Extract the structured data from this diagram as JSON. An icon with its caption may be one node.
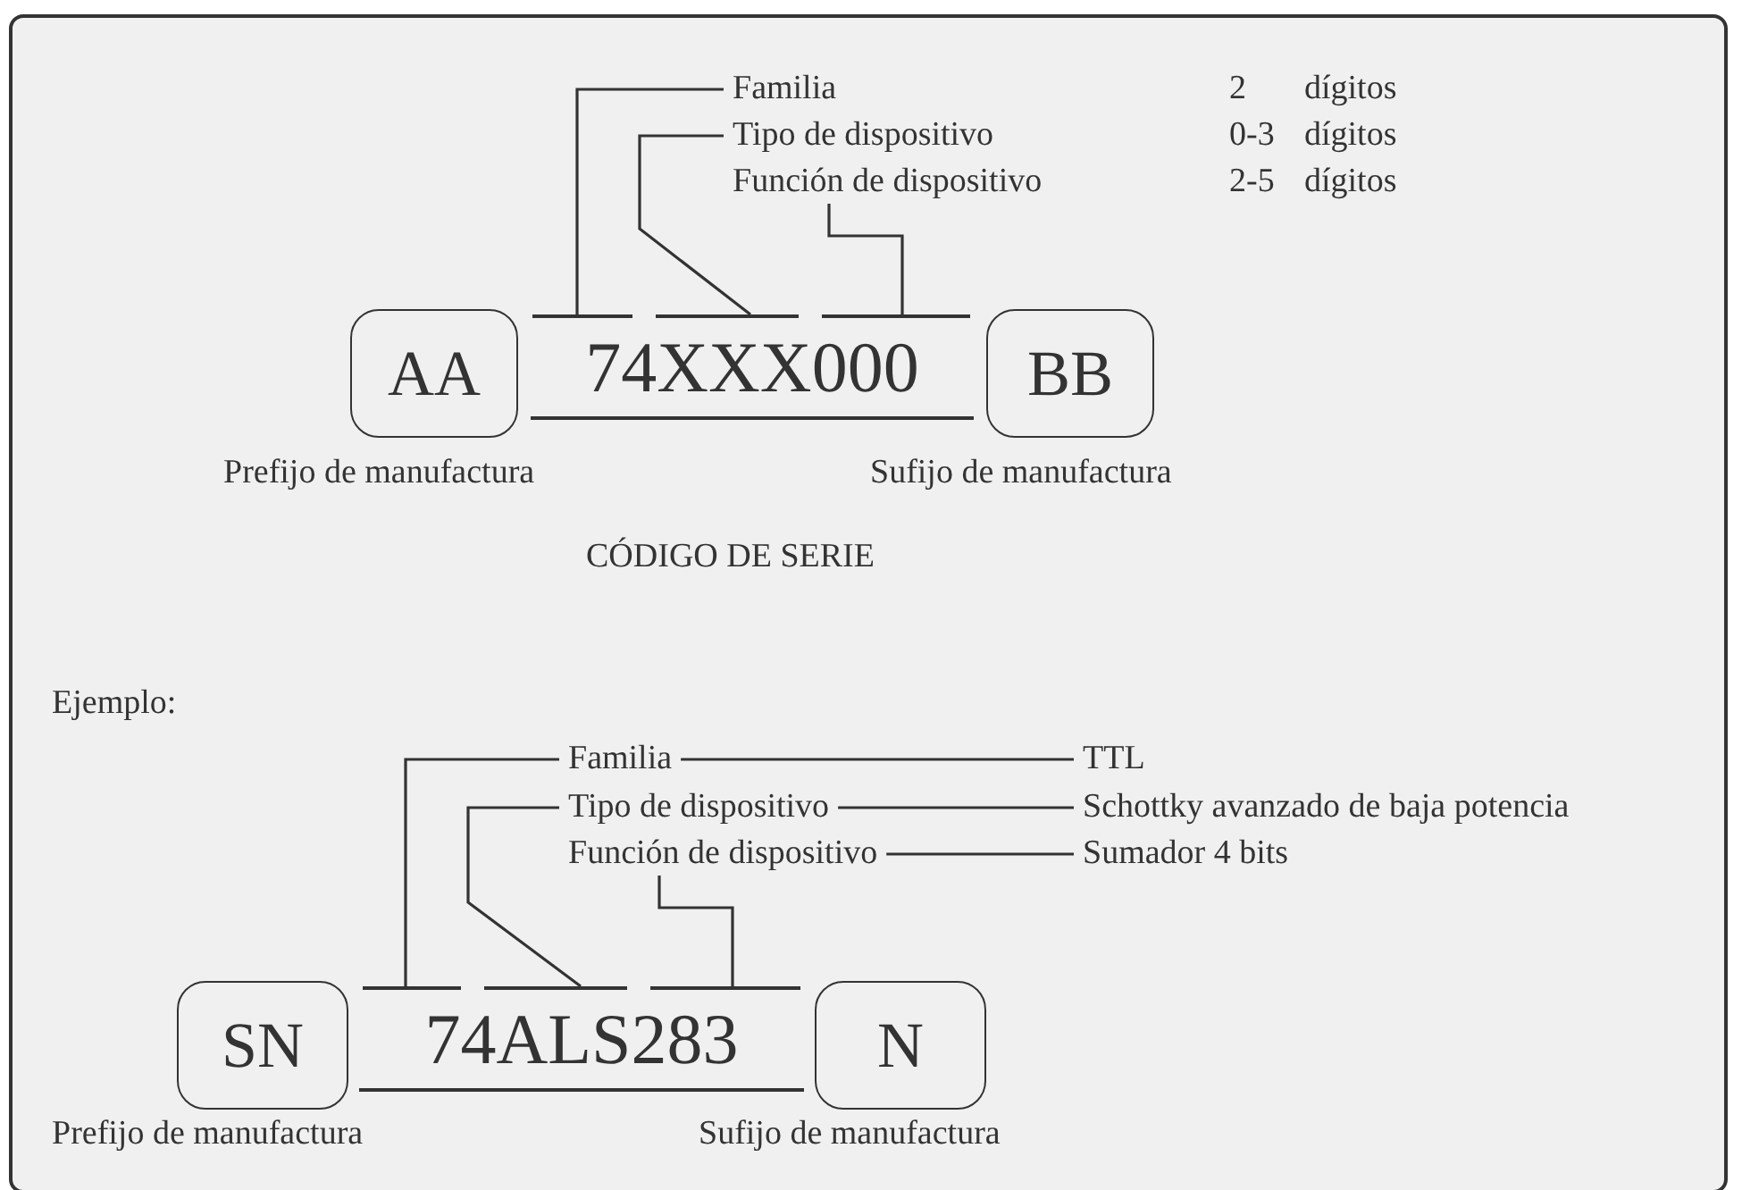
{
  "diagram": {
    "nodes": [
      {
        "text": [
          "AA"
        ],
        "beside": [
          "Prefijo de manufactura"
        ]
      },
      {
        "text": [
          "74XXX000"
        ]
      },
      {
        "text": [
          "BB"
        ],
        "beside": [
          "Sufijo de manufactura"
        ]
      },
      {
        "text": [
          "Familia"
        ]
      },
      {
        "text": [
          "Tipo de dispositivo"
        ]
      },
      {
        "text": [
          "Función de dispositivo"
        ]
      },
      {
        "text": [],
        "shape": "bar"
      },
      {
        "text": [],
        "shape": "bar"
      },
      {
        "text": [],
        "shape": "bar"
      },
      {
        "text": [
          "SN"
        ],
        "beside": [
          "Prefijo de manufactura"
        ]
      },
      {
        "text": [
          "74ALS283"
        ]
      },
      {
        "text": [
          "N"
        ],
        "beside": [
          "Sufijo de manufactura"
        ]
      },
      {
        "text": [
          "Familia"
        ]
      },
      {
        "text": [
          "Tipo de dispositivo"
        ]
      },
      {
        "text": [
          "Función de dispositivo"
        ]
      },
      {
        "text": [
          "TTL"
        ]
      },
      {
        "text": [
          "Schottky avanzado de baja potencia"
        ]
      },
      {
        "text": [
          "Sumador 4 bits"
        ]
      },
      {
        "text": [],
        "shape": "bar"
      },
      {
        "text": [],
        "shape": "bar"
      },
      {
        "text": [],
        "shape": "bar"
      }
    ],
    "edges": [
      {
        "from": 3,
        "to": 6,
        "arrow": "none"
      },
      {
        "from": 4,
        "to": 7,
        "arrow": "none"
      },
      {
        "from": 5,
        "to": 8,
        "arrow": "none"
      },
      {
        "from": 12,
        "to": 18,
        "arrow": "none"
      },
      {
        "from": 13,
        "to": 19,
        "arrow": "none"
      },
      {
        "from": 14,
        "to": 20,
        "arrow": "none"
      },
      {
        "from": 12,
        "to": 15,
        "arrow": "none"
      },
      {
        "from": 13,
        "to": 16,
        "arrow": "none"
      },
      {
        "from": 14,
        "to": 17,
        "arrow": "none"
      }
    ],
    "labels": [
      "2",
      "dígitos",
      "0-3",
      "dígitos",
      "2-5",
      "dígitos",
      "CÓDIGO DE SERIE",
      "Ejemplo:"
    ]
  }
}
